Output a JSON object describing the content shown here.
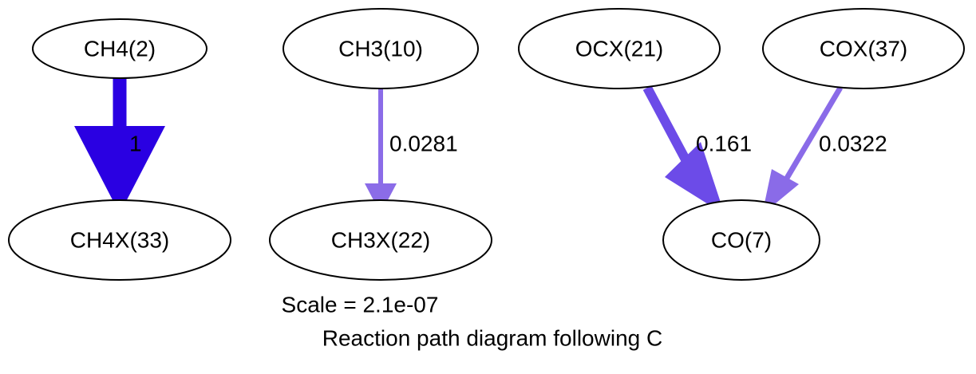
{
  "diagram": {
    "nodes": [
      {
        "id": "ch4_2",
        "label": "CH4(2)"
      },
      {
        "id": "ch3_10",
        "label": "CH3(10)"
      },
      {
        "id": "ocx_21",
        "label": "OCX(21)"
      },
      {
        "id": "cox_37",
        "label": "COX(37)"
      },
      {
        "id": "ch4x_33",
        "label": "CH4X(33)"
      },
      {
        "id": "ch3x_22",
        "label": "CH3X(22)"
      },
      {
        "id": "co_7",
        "label": "CO(7)"
      }
    ],
    "edges": [
      {
        "from": "ch4_2",
        "to": "ch4x_33",
        "label": "1",
        "value": 1,
        "color": "#2a00e2"
      },
      {
        "from": "ch3_10",
        "to": "ch3x_22",
        "label": "0.0281",
        "value": 0.0281,
        "color": "#8b6ce8"
      },
      {
        "from": "ocx_21",
        "to": "co_7",
        "label": "0.161",
        "value": 0.161,
        "color": "#6c4be8"
      },
      {
        "from": "cox_37",
        "to": "co_7",
        "label": "0.0322",
        "value": 0.0322,
        "color": "#8a6be8"
      }
    ],
    "scale_label": "Scale = 2.1e-07",
    "caption": "Reaction path diagram following C"
  }
}
